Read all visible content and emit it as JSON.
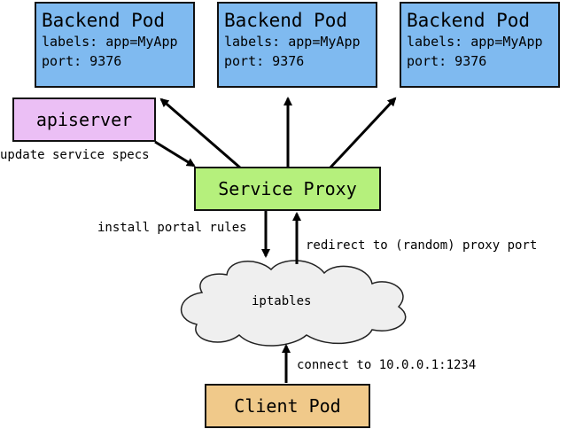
{
  "colors": {
    "pod_fill": "#7fbaf0",
    "apiserver_fill": "#ebbff5",
    "proxy_fill": "#b5f07c",
    "client_fill": "#f0c98a",
    "cloud_fill": "#efefef",
    "arrow": "#000000"
  },
  "backend_pods": [
    {
      "title": "Backend Pod",
      "labels": "labels: app=MyApp",
      "port": "port: 9376"
    },
    {
      "title": "Backend Pod",
      "labels": "labels: app=MyApp",
      "port": "port: 9376"
    },
    {
      "title": "Backend Pod",
      "labels": "labels: app=MyApp",
      "port": "port: 9376"
    }
  ],
  "apiserver": {
    "label": "apiserver"
  },
  "service_proxy": {
    "label": "Service Proxy"
  },
  "iptables": {
    "label": "iptables"
  },
  "client_pod": {
    "label": "Client Pod"
  },
  "edges": {
    "update_specs": "update service specs",
    "install_rules": "install portal rules",
    "redirect": "redirect to (random) proxy port",
    "connect": "connect to 10.0.0.1:1234"
  }
}
